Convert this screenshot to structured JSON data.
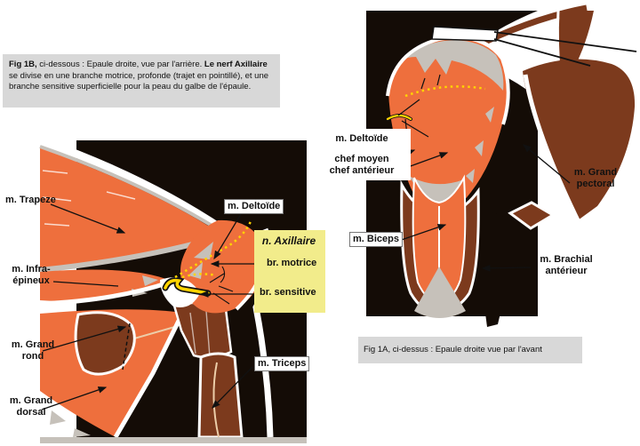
{
  "colors": {
    "page_bg": "#ffffff",
    "caption_bg": "#d8d8d8",
    "note_bg": "#f2ec8b",
    "figure_black": "#140c06",
    "muscle_orange": "#ee6f3d",
    "muscle_brown": "#7c3a1d",
    "fascia_grey": "#c6c1ba",
    "nerve_yellow": "#ffd400",
    "tendon_pale": "#eccda9"
  },
  "fig1b": {
    "caption": {
      "bold1": "Fig 1B,",
      "text1": " ci-dessous : Epaule droite, vue par l'arrière. ",
      "bold2": "Le nerf Axillaire",
      "text2": " se divise en une branche motrice, profonde (trajet en pointillé), et une branche sensitive superficielle pour la peau du galbe de l'épaule."
    },
    "labels": {
      "trapeze": "m. Trapeze",
      "deltoide": "m. Deltoïde",
      "infra": "m. Infra-\népineux",
      "grand_rond": "m. Grand\nrond",
      "grand_dorsal": "m. Grand\ndorsal",
      "triceps": "m. Triceps"
    },
    "nerve_note": {
      "title": "n. Axillaire",
      "branch_motor": "br. motrice",
      "branch_sensory": "br. sensitive"
    }
  },
  "fig1a": {
    "caption": "Fig 1A, ci-dessus : Epaule droite vue par l'avant",
    "labels": {
      "deltoide": "m. Deltoïde",
      "chef_moyen": "chef moyen",
      "chef_anterieur": "chef antérieur",
      "grand_pectoral": "m. Grand\npectoral",
      "biceps": "m. Biceps",
      "brachial": "m. Brachial\nantérieur"
    }
  }
}
